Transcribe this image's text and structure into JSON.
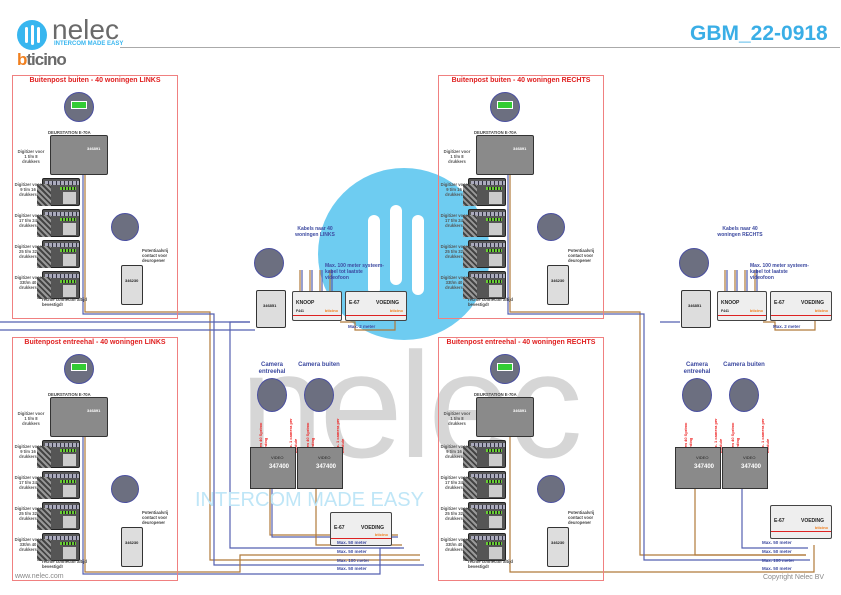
{
  "header": {
    "brand": "nelec",
    "tagline": "INTERCOM MADE EASY",
    "partner_brand_b": "b",
    "partner_brand_rest": "ticino",
    "document_code": "GBM_22-0918"
  },
  "watermark": {
    "name": "nelec",
    "tagline": "INTERCOM MADE EASY"
  },
  "sections": [
    {
      "title": "Buitenpost buiten - 40 woningen LINKS"
    },
    {
      "title": "Buitenpost entreehal - 40 woningen LINKS"
    },
    {
      "title": "Buitenpost buiten - 40 woningen RECHTS"
    },
    {
      "title": "Buitenpost entreehal - 40 woningen RECHTS"
    }
  ],
  "panel": {
    "model_label": "DEURSTATION E-70A",
    "code": "346891",
    "digit_labels": [
      "Digitizer voor 1 t/m 8 drukkers",
      "Digitizer voor 9 t/m 16 drukkers",
      "Digitizer voor 17 t/m 24 drukkers",
      "Digitizer voor 25 t/m 32 drukkers",
      "Digitizer voor 33t/m 40 drukkers"
    ],
    "end_note": "rechte connector altijd bevestigd!",
    "relay_code": "346230",
    "relay_note": "Potentiaalvrij contact voor deuropener"
  },
  "center": {
    "left_cables_note": "Kabels naar 40 woningen LINKS",
    "right_cables_note": "Kabels naar 40 woningen RECHTS",
    "max_system_note": "Max. 100 meter systeem-kabel tot laatste videofoon",
    "interface_code": "346851",
    "knoop_label": "KNOOP",
    "knoop_code": "F441",
    "supply_label": "E-67",
    "supply_name": "VOEDING",
    "brand": "bticino",
    "max_2m": "Max. 2 meter"
  },
  "cameras": {
    "entreehal": "Camera entreehal",
    "buiten": "Camera buiten",
    "module_code": "347400",
    "video_label": "VIDEO",
    "red_note_1": "Geen 40 Sprimo voeding",
    "red_note_2": "Max. 1 camera per module"
  },
  "distances": [
    "Max. 50 meter",
    "Max. 50 meter",
    "Max. 100 meter",
    "Max. 50 meter"
  ],
  "footer": {
    "website": "www.nelec.com",
    "copyright": "Copyright Nelec BV"
  },
  "colors": {
    "accent": "#3aaee6",
    "frame": "#f08080",
    "wire_brown": "#b07a3a",
    "wire_blue": "#5560b0",
    "note_blue": "#3d4aa0"
  }
}
